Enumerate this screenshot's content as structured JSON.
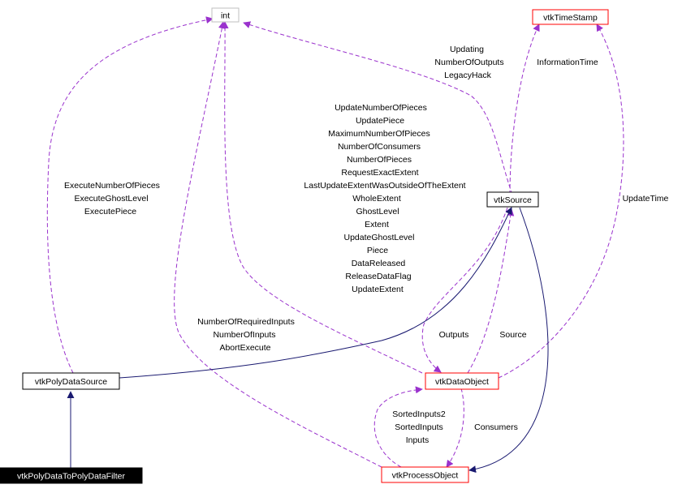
{
  "nodes": {
    "int": "int",
    "vtkTimeStamp": "vtkTimeStamp",
    "vtkSource": "vtkSource",
    "vtkPolyDataSource": "vtkPolyDataSource",
    "vtkDataObject": "vtkDataObject",
    "vtkProcessObject": "vtkProcessObject",
    "vtkPolyDataToPolyDataFilter": "vtkPolyDataToPolyDataFilter"
  },
  "edge_labels": {
    "source_int": [
      "Updating",
      "NumberOfOutputs",
      "LegacyHack"
    ],
    "source_timestamp": [
      "InformationTime"
    ],
    "dataobject_int": [
      "UpdateNumberOfPieces",
      "UpdatePiece",
      "MaximumNumberOfPieces",
      "NumberOfConsumers",
      "NumberOfPieces",
      "RequestExactExtent",
      "LastUpdateExtentWasOutsideOfTheExtent",
      "WholeExtent",
      "GhostLevel",
      "Extent",
      "UpdateGhostLevel",
      "Piece",
      "DataReleased",
      "ReleaseDataFlag",
      "UpdateExtent"
    ],
    "polydatasource_int": [
      "ExecuteNumberOfPieces",
      "ExecuteGhostLevel",
      "ExecutePiece"
    ],
    "dataobject_timestamp": [
      "UpdateTime"
    ],
    "processobject_int": [
      "NumberOfRequiredInputs",
      "NumberOfInputs",
      "AbortExecute"
    ],
    "outputs": [
      "Outputs"
    ],
    "source": [
      "Source"
    ],
    "processobject_dataobject": [
      "SortedInputs2",
      "SortedInputs",
      "Inputs"
    ],
    "consumers": [
      "Consumers"
    ]
  },
  "colors": {
    "usage_edge": "#9a32cd",
    "inheritance_edge": "#191970",
    "red_border": "#ff0000",
    "gray_border": "#bfbfbf",
    "black_border": "#000000",
    "filled_node_bg": "#000000",
    "filled_node_text": "#ffffff"
  }
}
